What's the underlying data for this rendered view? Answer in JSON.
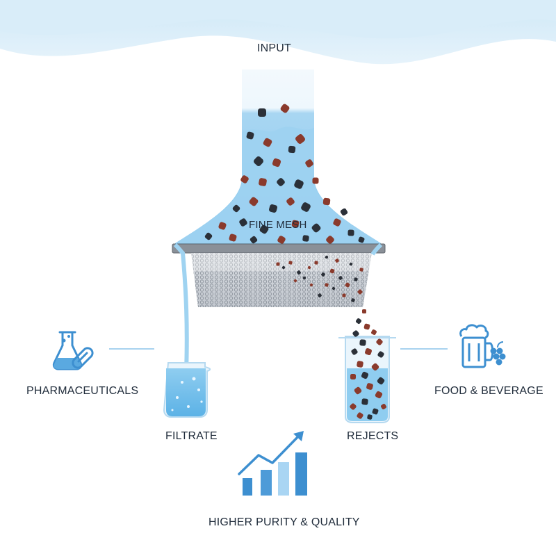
{
  "labels": {
    "input": "INPUT",
    "fine_mesh": "FINE MESH",
    "pharmaceuticals": "PHARMACEUTICALS",
    "filtrate": "FILTRATE",
    "rejects": "REJECTS",
    "food_beverage": "FOOD & BEVERAGE",
    "purity": "HIGHER PURITY & QUALITY"
  },
  "icons": {
    "pharma": "flask-and-capsule-icon",
    "food": "beer-mug-and-grapes-icon",
    "growth": "bar-chart-rising-arrow-icon"
  },
  "colors": {
    "water": "#a7d4f0",
    "water_dark": "#7cbde6",
    "accent_blue": "#3d8fd0",
    "particle_red": "#8a3a2c",
    "particle_dark": "#2b3038",
    "mesh_bar": "#8a9098",
    "text": "#1f2b3a"
  }
}
